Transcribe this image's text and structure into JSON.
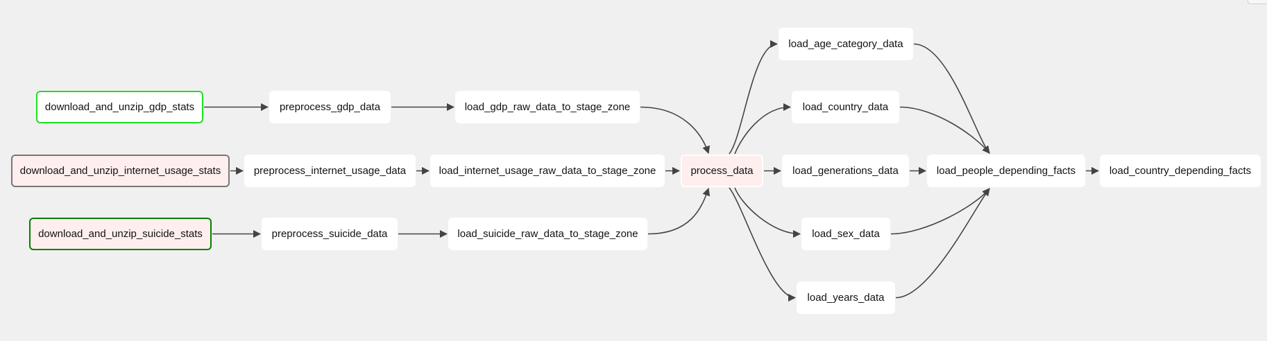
{
  "palette": {
    "background": "#f0f0f0",
    "node_fill": "#ffffff",
    "edge": "#444444"
  },
  "status_styles": {
    "default": {
      "fill": "#ffffff",
      "border": "none"
    },
    "success_running": {
      "fill": "#ffffff",
      "border": "#22dd22"
    },
    "success": {
      "fill": "#ffeeee",
      "border": "#008000"
    },
    "queued": {
      "fill": "#ffeeee",
      "border": "#777777"
    },
    "highlight": {
      "fill": "#ffeeee",
      "border": "#ffffff"
    }
  },
  "nodes": [
    {
      "id": "download_and_unzip_gdp_stats",
      "label": "download_and_unzip_gdp_stats",
      "status": "success_running"
    },
    {
      "id": "download_and_unzip_internet_usage_stats",
      "label": "download_and_unzip_internet_usage_stats",
      "status": "queued"
    },
    {
      "id": "download_and_unzip_suicide_stats",
      "label": "download_and_unzip_suicide_stats",
      "status": "success"
    },
    {
      "id": "preprocess_gdp_data",
      "label": "preprocess_gdp_data",
      "status": "default"
    },
    {
      "id": "preprocess_internet_usage_data",
      "label": "preprocess_internet_usage_data",
      "status": "default"
    },
    {
      "id": "preprocess_suicide_data",
      "label": "preprocess_suicide_data",
      "status": "default"
    },
    {
      "id": "load_gdp_raw_data_to_stage_zone",
      "label": "load_gdp_raw_data_to_stage_zone",
      "status": "default"
    },
    {
      "id": "load_internet_usage_raw_data_to_stage_zone",
      "label": "load_internet_usage_raw_data_to_stage_zone",
      "status": "default"
    },
    {
      "id": "load_suicide_raw_data_to_stage_zone",
      "label": "load_suicide_raw_data_to_stage_zone",
      "status": "default"
    },
    {
      "id": "process_data",
      "label": "process_data",
      "status": "highlight"
    },
    {
      "id": "load_age_category_data",
      "label": "load_age_category_data",
      "status": "default"
    },
    {
      "id": "load_country_data",
      "label": "load_country_data",
      "status": "default"
    },
    {
      "id": "load_generations_data",
      "label": "load_generations_data",
      "status": "default"
    },
    {
      "id": "load_sex_data",
      "label": "load_sex_data",
      "status": "default"
    },
    {
      "id": "load_years_data",
      "label": "load_years_data",
      "status": "default"
    },
    {
      "id": "load_people_depending_facts",
      "label": "load_people_depending_facts",
      "status": "default"
    },
    {
      "id": "load_country_depending_facts",
      "label": "load_country_depending_facts",
      "status": "default"
    }
  ],
  "edges": [
    {
      "from": "download_and_unzip_gdp_stats",
      "to": "preprocess_gdp_data"
    },
    {
      "from": "download_and_unzip_internet_usage_stats",
      "to": "preprocess_internet_usage_data"
    },
    {
      "from": "download_and_unzip_suicide_stats",
      "to": "preprocess_suicide_data"
    },
    {
      "from": "preprocess_gdp_data",
      "to": "load_gdp_raw_data_to_stage_zone"
    },
    {
      "from": "preprocess_internet_usage_data",
      "to": "load_internet_usage_raw_data_to_stage_zone"
    },
    {
      "from": "preprocess_suicide_data",
      "to": "load_suicide_raw_data_to_stage_zone"
    },
    {
      "from": "load_gdp_raw_data_to_stage_zone",
      "to": "process_data"
    },
    {
      "from": "load_internet_usage_raw_data_to_stage_zone",
      "to": "process_data"
    },
    {
      "from": "load_suicide_raw_data_to_stage_zone",
      "to": "process_data"
    },
    {
      "from": "process_data",
      "to": "load_age_category_data"
    },
    {
      "from": "process_data",
      "to": "load_country_data"
    },
    {
      "from": "process_data",
      "to": "load_generations_data"
    },
    {
      "from": "process_data",
      "to": "load_sex_data"
    },
    {
      "from": "process_data",
      "to": "load_years_data"
    },
    {
      "from": "load_age_category_data",
      "to": "load_people_depending_facts"
    },
    {
      "from": "load_country_data",
      "to": "load_people_depending_facts"
    },
    {
      "from": "load_generations_data",
      "to": "load_people_depending_facts"
    },
    {
      "from": "load_sex_data",
      "to": "load_people_depending_facts"
    },
    {
      "from": "load_years_data",
      "to": "load_people_depending_facts"
    },
    {
      "from": "load_people_depending_facts",
      "to": "load_country_depending_facts"
    }
  ]
}
